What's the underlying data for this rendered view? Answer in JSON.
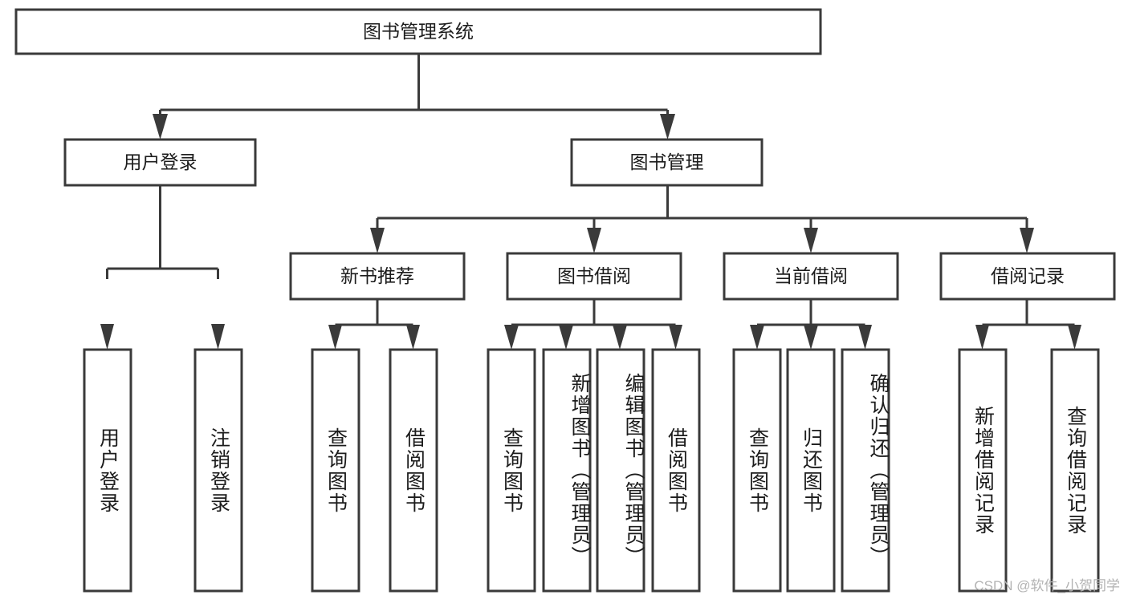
{
  "diagram": {
    "type": "tree-hierarchy",
    "title": "图书管理系统",
    "watermark": "CSDN @软件_小贺同学",
    "colors": {
      "stroke": "#3a3a3a",
      "fill": "#ffffff",
      "text": "#1c1c1c",
      "watermark": "#b3b3b3"
    },
    "root": {
      "label": "图书管理系统"
    },
    "level2": [
      {
        "label": "用户登录"
      },
      {
        "label": "图书管理"
      }
    ],
    "level3": [
      {
        "label": "新书推荐"
      },
      {
        "label": "图书借阅"
      },
      {
        "label": "当前借阅"
      },
      {
        "label": "借阅记录"
      }
    ],
    "leaves": {
      "user_login": [
        {
          "label": "用户登录"
        },
        {
          "label": "注销登录"
        }
      ],
      "new_book_recommend": [
        {
          "label": "查询图书"
        },
        {
          "label": "借阅图书"
        }
      ],
      "book_borrow": [
        {
          "label": "查询图书"
        },
        {
          "label": "新增图书（管理员）"
        },
        {
          "label": "编辑图书（管理员）"
        },
        {
          "label": "借阅图书"
        }
      ],
      "current_borrow": [
        {
          "label": "查询图书"
        },
        {
          "label": "归还图书"
        },
        {
          "label": "确认归还（管理员）"
        }
      ],
      "borrow_record": [
        {
          "label": "新增借阅记录"
        },
        {
          "label": "查询借阅记录"
        }
      ]
    }
  }
}
